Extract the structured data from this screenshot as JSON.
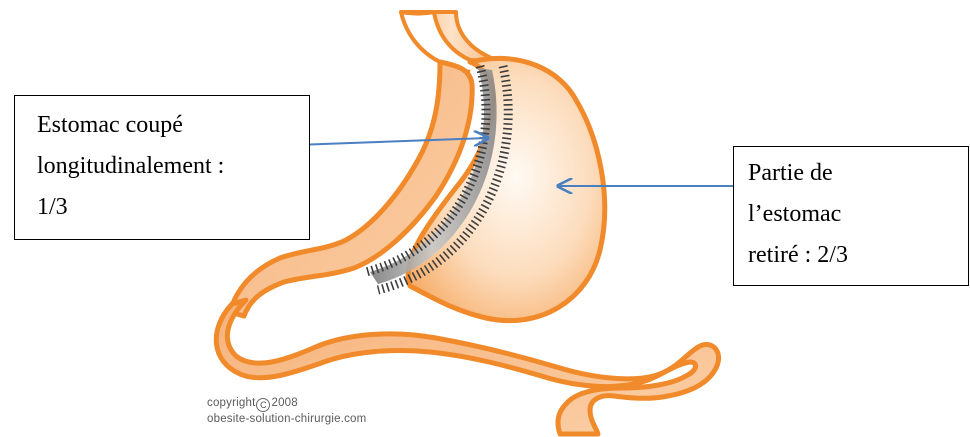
{
  "labels": {
    "left": {
      "lines": [
        "Estomac coupé",
        "longitudinalement :",
        "1/3"
      ]
    },
    "right": {
      "lines": [
        "Partie de",
        "l’estomac",
        "retiré : 2/3"
      ]
    }
  },
  "copyright": {
    "line1_prefix": "copyright",
    "symbol": "C",
    "year": "2008",
    "line2": "obesite-solution-chirurgie.com"
  },
  "colors": {
    "stomach_outline": "#f08a2a",
    "stomach_fill_light": "#fde8d2",
    "stomach_fill_dark": "#f6a860",
    "arrow": "#4a7fc1",
    "staples": "#3c3c3c"
  }
}
